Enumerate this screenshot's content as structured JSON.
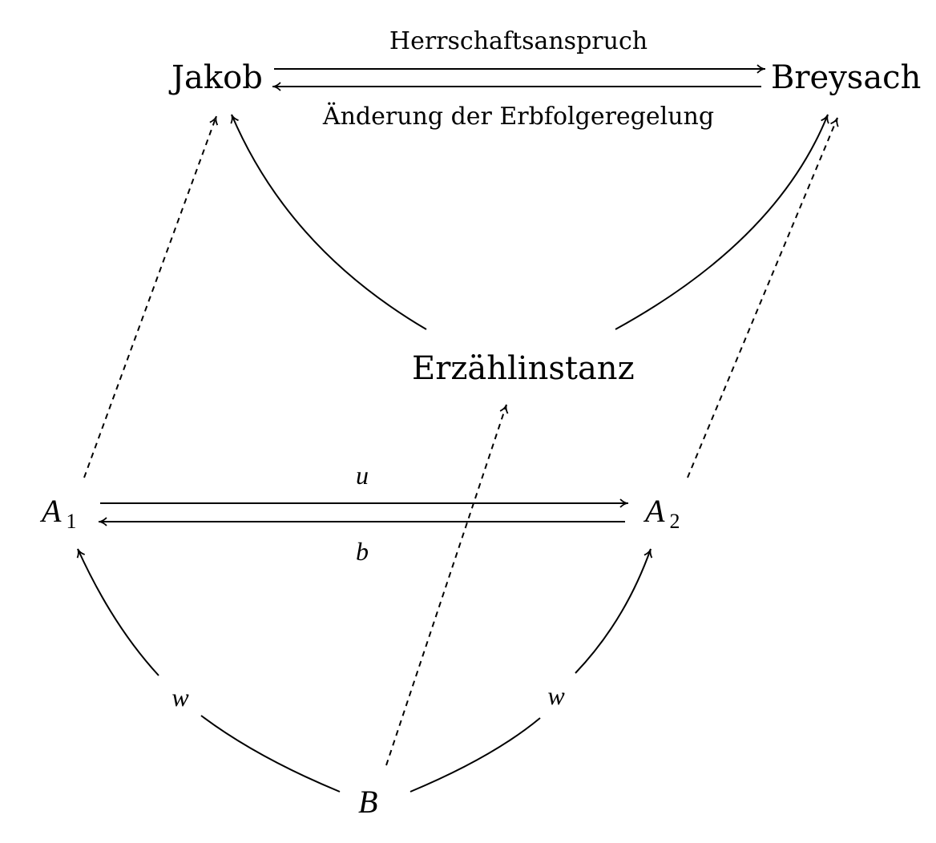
{
  "nodes": {
    "jakob": "Jakob",
    "breysach": "Breysach",
    "erzaehlinstanz": "Erzählinstanz",
    "a1": {
      "base": "A",
      "sub": "1"
    },
    "a2": {
      "base": "A",
      "sub": "2"
    },
    "b": "B"
  },
  "edge_labels": {
    "herrschaftsanspruch": "Herrschaftsanspruch",
    "aenderung": "Änderung der Erbfolgeregelung",
    "u": "u",
    "b": "b",
    "w_left": "w",
    "w_right": "w"
  }
}
